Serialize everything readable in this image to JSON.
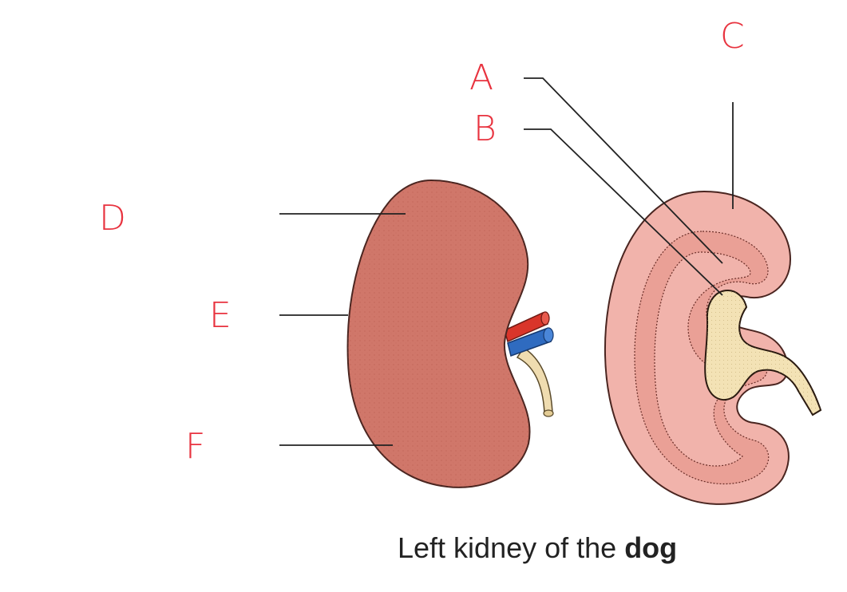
{
  "labels": {
    "a": "A",
    "b": "B",
    "c": "C",
    "d": "D",
    "e": "E",
    "f": "F"
  },
  "caption": {
    "prefix": "Left kidney of the ",
    "bold": "dog"
  },
  "colors": {
    "label": "#e8333f",
    "kidney_exterior": "#d0776a",
    "cortex": "#f1b3ab",
    "medulla": "#eaa096",
    "renal_pelvis": "#f3e2b5",
    "ureter": "#efdcb0",
    "artery": "#d9352a",
    "vein": "#2f6bc0",
    "leader_line": "#222222"
  },
  "icons": [
    "kidney-exterior-drawing",
    "kidney-section-drawing"
  ]
}
